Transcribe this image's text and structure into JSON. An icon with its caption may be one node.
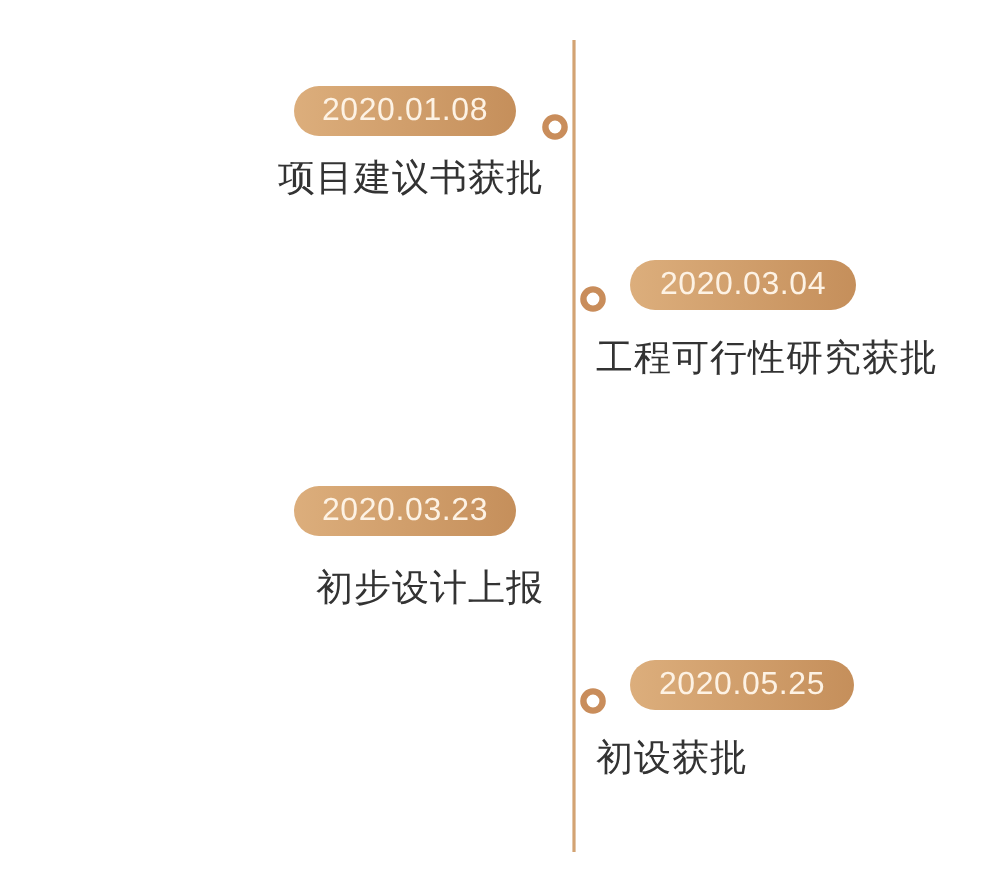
{
  "diagram": {
    "nodes": [
      {
        "text": [
          "2020.01.08"
        ],
        "beside": [
          "项目建议书获批"
        ]
      },
      {
        "text": [
          "2020.03.04"
        ],
        "beside": [
          "工程可行性研究获批"
        ]
      },
      {
        "text": [
          "2020.03.23"
        ],
        "beside": [
          "初步设计上报"
        ]
      },
      {
        "text": [
          "2020.05.25"
        ],
        "beside": [
          "初设获批"
        ]
      }
    ]
  }
}
